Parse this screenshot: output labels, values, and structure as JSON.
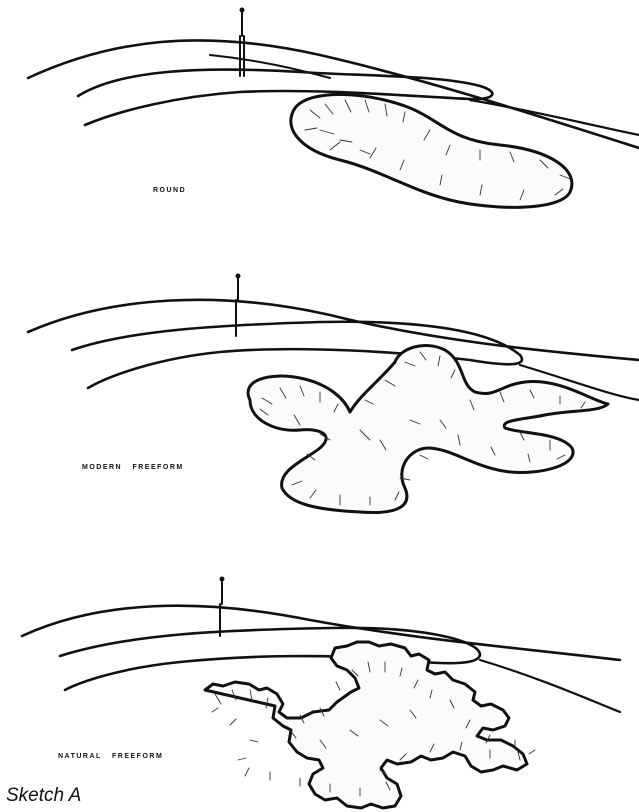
{
  "sketches": [
    {
      "label": "ROUND"
    },
    {
      "label": "MODERN   FREEFORM"
    },
    {
      "label": "NATURAL   FREEFORM"
    }
  ],
  "caption": "Sketch A"
}
